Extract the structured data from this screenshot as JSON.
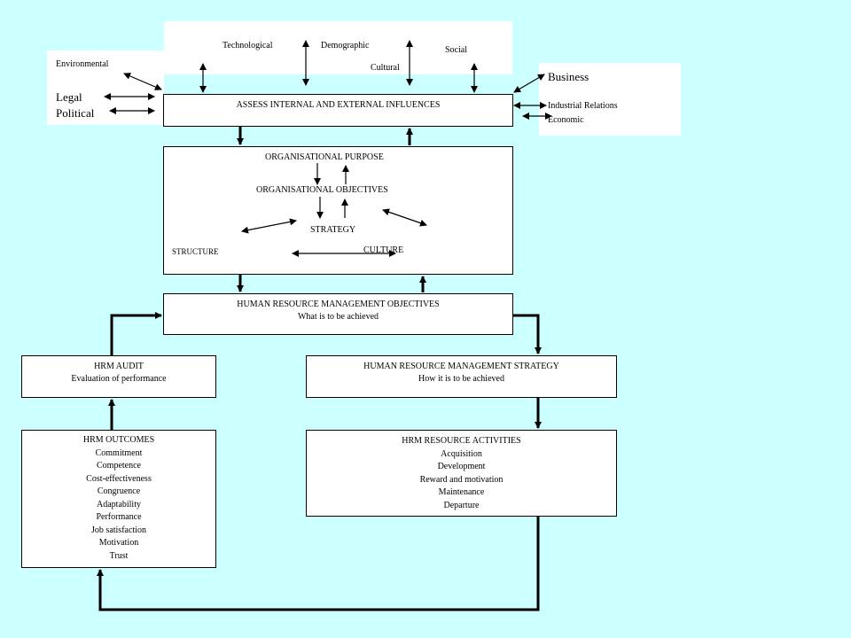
{
  "top_forces": {
    "technological": "Technological",
    "demographic": "Demographic",
    "social": "Social",
    "cultural": "Cultural"
  },
  "left_forces": {
    "environmental": "Environmental",
    "legal": "Legal",
    "political": "Political"
  },
  "right_forces": {
    "business": "Business",
    "industrial_relations": "Industrial Relations",
    "economic": "Economic"
  },
  "assess_box": {
    "title": "ASSESS INTERNAL AND EXTERNAL INFLUENCES"
  },
  "purpose_box": {
    "purpose": "ORGANISATIONAL PURPOSE",
    "objectives": "ORGANISATIONAL OBJECTIVES",
    "strategy": "STRATEGY",
    "structure": "STRUCTURE",
    "culture": "CULTURE"
  },
  "hrm_objectives": {
    "title": "HUMAN RESOURCE MANAGEMENT OBJECTIVES",
    "subtitle": "What is to be achieved"
  },
  "hrm_audit": {
    "title": "HRM AUDIT",
    "subtitle": "Evaluation  of performance"
  },
  "hrm_strategy": {
    "title": "HUMAN RESOURCE MANAGEMENT STRATEGY",
    "subtitle": "How it is to be achieved"
  },
  "hrm_outcomes": {
    "title": "HRM OUTCOMES",
    "items": [
      "Commitment",
      "Competence",
      "Cost-effectiveness",
      "Congruence",
      "Adaptability",
      "Performance",
      "Job satisfaction",
      "Motivation",
      "Trust"
    ]
  },
  "hrm_activities": {
    "title": "HRM RESOURCE ACTIVITIES",
    "items": [
      "Acquisition",
      "Development",
      "Reward and motivation",
      "Maintenance",
      "Departure"
    ]
  },
  "colors": {
    "background": "#ccffff",
    "panel": "#ffffff",
    "stroke": "#000000"
  }
}
